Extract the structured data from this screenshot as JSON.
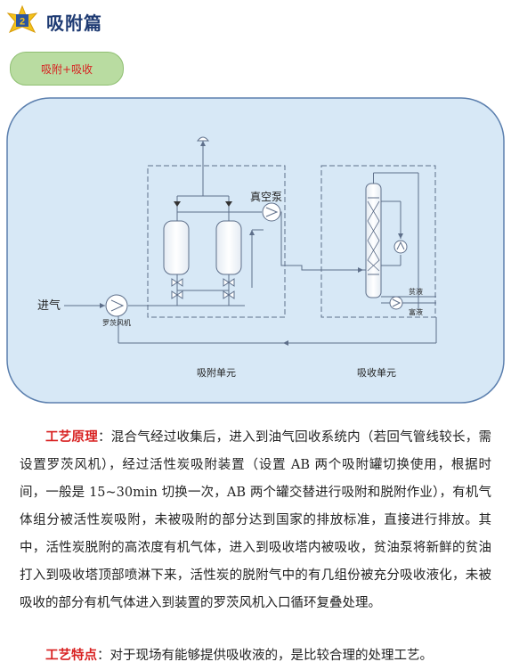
{
  "header": {
    "badge_number": "2",
    "title": "吸附篇"
  },
  "tag": {
    "label": "吸附+吸收"
  },
  "diagram": {
    "labels": {
      "inlet": "进气",
      "blower": "罗茨风机",
      "vacuum_pump": "真空泵",
      "adsorption_unit": "吸附单元",
      "absorption_unit": "吸收单元",
      "lean_oil": "贫液",
      "rich_oil": "富液"
    },
    "colors": {
      "background": "#d7e8f6",
      "border": "#5b7fae",
      "line": "#5e6f8a"
    }
  },
  "process": {
    "principle_term": "工艺原理",
    "principle_sep": "：",
    "principle_text": "混合气经过收集后，进入到油气回收系统内（若回气管线较长，需设置罗茨风机），经过活性炭吸附装置（设置 AB 两个吸附罐切换使用，根据时间，一般是 15~30min 切换一次，AB 两个罐交替进行吸附和脱附作业），有机气体组分被活性炭吸附，未被吸附的部分达到国家的排放标准，直接进行排放。其中，活性炭脱附的高浓度有机气体，进入到吸收塔内被吸收，贫油泵将新鲜的贫油打入到吸收塔顶部喷淋下来，活性炭的脱附气中的有几组份被充分吸收液化，未被吸收的部分有机气体进入到装置的罗茨风机入口循环复叠处理。",
    "feature_term": "工艺特点",
    "feature_sep": "：",
    "feature_text": "对于现场有能够提供吸收液的，是比较合理的处理工艺。"
  }
}
